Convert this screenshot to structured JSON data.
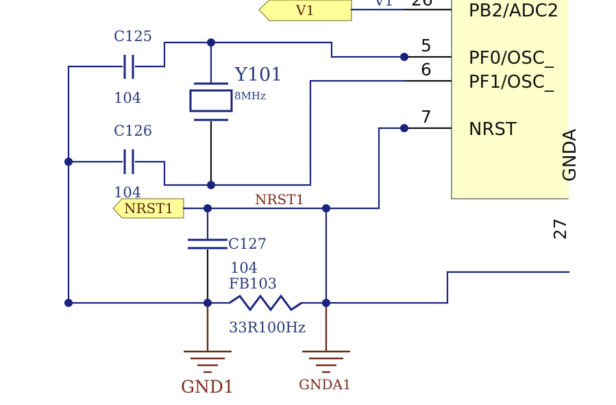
{
  "components": {
    "c125": {
      "ref": "C125",
      "value": "104"
    },
    "c126": {
      "ref": "C126",
      "value": "104"
    },
    "c127": {
      "ref": "C127",
      "value": "104"
    },
    "y101": {
      "ref": "Y101",
      "value": "8MHz"
    },
    "fb103": {
      "ref": "FB103",
      "value": "33R100Hz"
    }
  },
  "ports": {
    "v1": "V1",
    "nrst1": "NRST1"
  },
  "nets": {
    "nrst1": "NRST1",
    "v1_partial": "V1",
    "gnd1": "GND1",
    "gnda1": "GNDA1"
  },
  "ic": {
    "pins": [
      {
        "number": "26",
        "name": "PB2/ADC2"
      },
      {
        "number": "5",
        "name": "PF0/OSC_"
      },
      {
        "number": "6",
        "name": "PF1/OSC_"
      },
      {
        "number": "7",
        "name": "NRST"
      }
    ],
    "body_partial_label": "GNDA",
    "side_pin_number": "27"
  },
  "colors": {
    "wire": "#1a237e",
    "ground": "#6d2a1b",
    "ic_fill": "#ffffcc",
    "port_fill": "#ffff99"
  }
}
